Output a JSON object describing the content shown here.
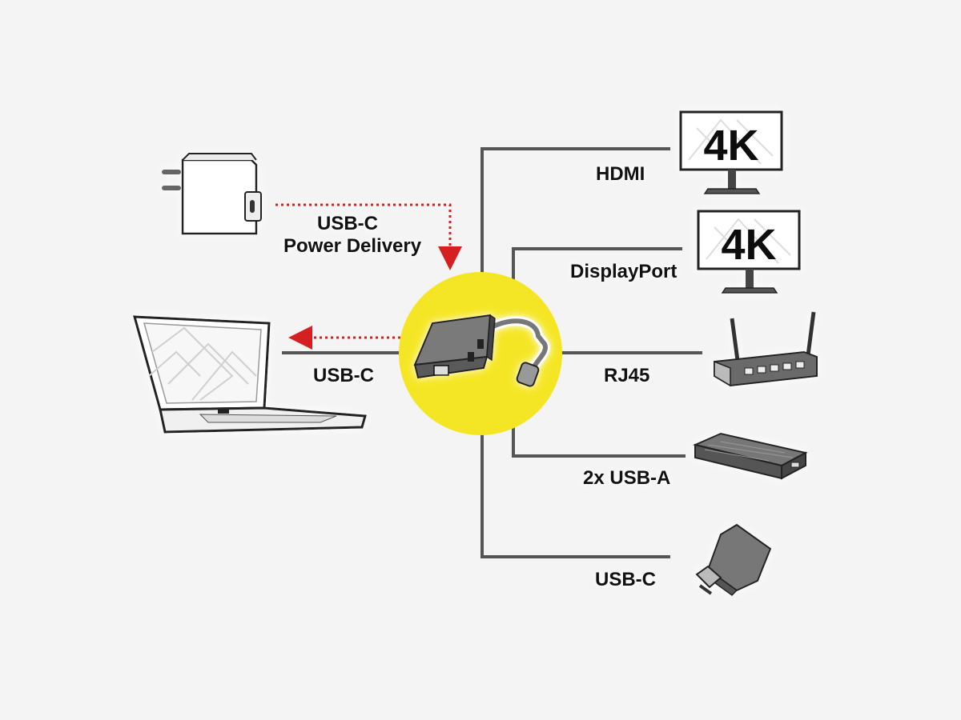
{
  "diagram": {
    "hub_color": "#f5e625",
    "line_color": "#555555",
    "arrow_color": "#d42020",
    "labels": {
      "hdmi": "HDMI",
      "displayport": "DisplayPort",
      "rj45": "RJ45",
      "usb_a": "2x USB-A",
      "usb_c_out": "USB-C",
      "usb_c_host": "USB-C",
      "power_line1": "USB-C",
      "power_line2": "Power Delivery"
    },
    "monitor_badge": "4K",
    "devices": [
      "power-adapter-icon",
      "laptop-icon",
      "monitor-icon",
      "router-icon",
      "external-drive-icon",
      "usb-stick-icon",
      "usb-c-hub-icon"
    ]
  }
}
